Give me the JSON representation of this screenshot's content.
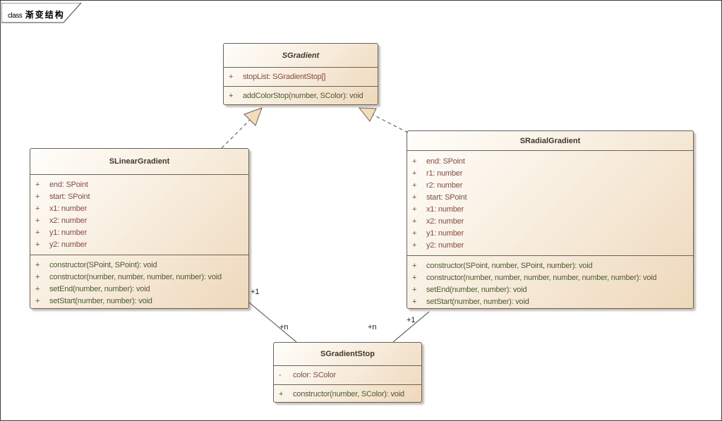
{
  "frame": {
    "tab_prefix": "class",
    "tab_title": "渐变结构"
  },
  "colors": {
    "box_fill_light": "#fffefb",
    "box_fill_dark": "#eed8bb",
    "box_border": "#6b6257",
    "title_text": "#3e382d",
    "attribute_text": "#8b4c41",
    "operation_text": "#4c5b31",
    "connector_line": "#6b675e",
    "arrowhead_fill": "#f2dcba",
    "multiplicity_text": "#1a1a1a"
  },
  "classes": [
    {
      "name": "SGradient",
      "abstract": true,
      "attributes": [
        {
          "v": "+",
          "t": "stopList: SGradientStop[]"
        }
      ],
      "operations": [
        {
          "v": "+",
          "t": "addColorStop(number, SColor): void"
        }
      ]
    },
    {
      "name": "SLinearGradient",
      "abstract": false,
      "attributes": [
        {
          "v": "+",
          "t": "end: SPoint"
        },
        {
          "v": "+",
          "t": "start: SPoint"
        },
        {
          "v": "+",
          "t": "x1: number"
        },
        {
          "v": "+",
          "t": "x2: number"
        },
        {
          "v": "+",
          "t": "y1: number"
        },
        {
          "v": "+",
          "t": "y2: number"
        }
      ],
      "operations": [
        {
          "v": "+",
          "t": "constructor(SPoint, SPoint): void"
        },
        {
          "v": "+",
          "t": "constructor(number, number, number, number): void"
        },
        {
          "v": "+",
          "t": "setEnd(number, number): void"
        },
        {
          "v": "+",
          "t": "setStart(number, number): void"
        }
      ]
    },
    {
      "name": "SRadialGradient",
      "abstract": false,
      "attributes": [
        {
          "v": "+",
          "t": "end: SPoint"
        },
        {
          "v": "+",
          "t": "r1: number"
        },
        {
          "v": "+",
          "t": "r2: number"
        },
        {
          "v": "+",
          "t": "start: SPoint"
        },
        {
          "v": "+",
          "t": "x1: number"
        },
        {
          "v": "+",
          "t": "x2: number"
        },
        {
          "v": "+",
          "t": "y1: number"
        },
        {
          "v": "+",
          "t": "y2: number"
        }
      ],
      "operations": [
        {
          "v": "+",
          "t": "constructor(SPoint, number, SPoint, number): void"
        },
        {
          "v": "+",
          "t": "constructor(number, number, number, number, number, number): void"
        },
        {
          "v": "+",
          "t": "setEnd(number, number): void"
        },
        {
          "v": "+",
          "t": "setStart(number, number): void"
        }
      ]
    },
    {
      "name": "SGradientStop",
      "abstract": false,
      "attributes": [
        {
          "v": "-",
          "t": "color: SColor"
        }
      ],
      "operations": [
        {
          "v": "+",
          "t": "constructor(number, SColor): void"
        }
      ]
    }
  ],
  "connectors": {
    "linear_realizes_gradient": {
      "type": "realization"
    },
    "radial_realizes_gradient": {
      "type": "realization"
    },
    "linear_to_stop": {
      "type": "association",
      "source_mult": "+1",
      "target_mult": "+n"
    },
    "radial_to_stop": {
      "type": "association",
      "source_mult": "+1",
      "target_mult": "+n"
    }
  }
}
